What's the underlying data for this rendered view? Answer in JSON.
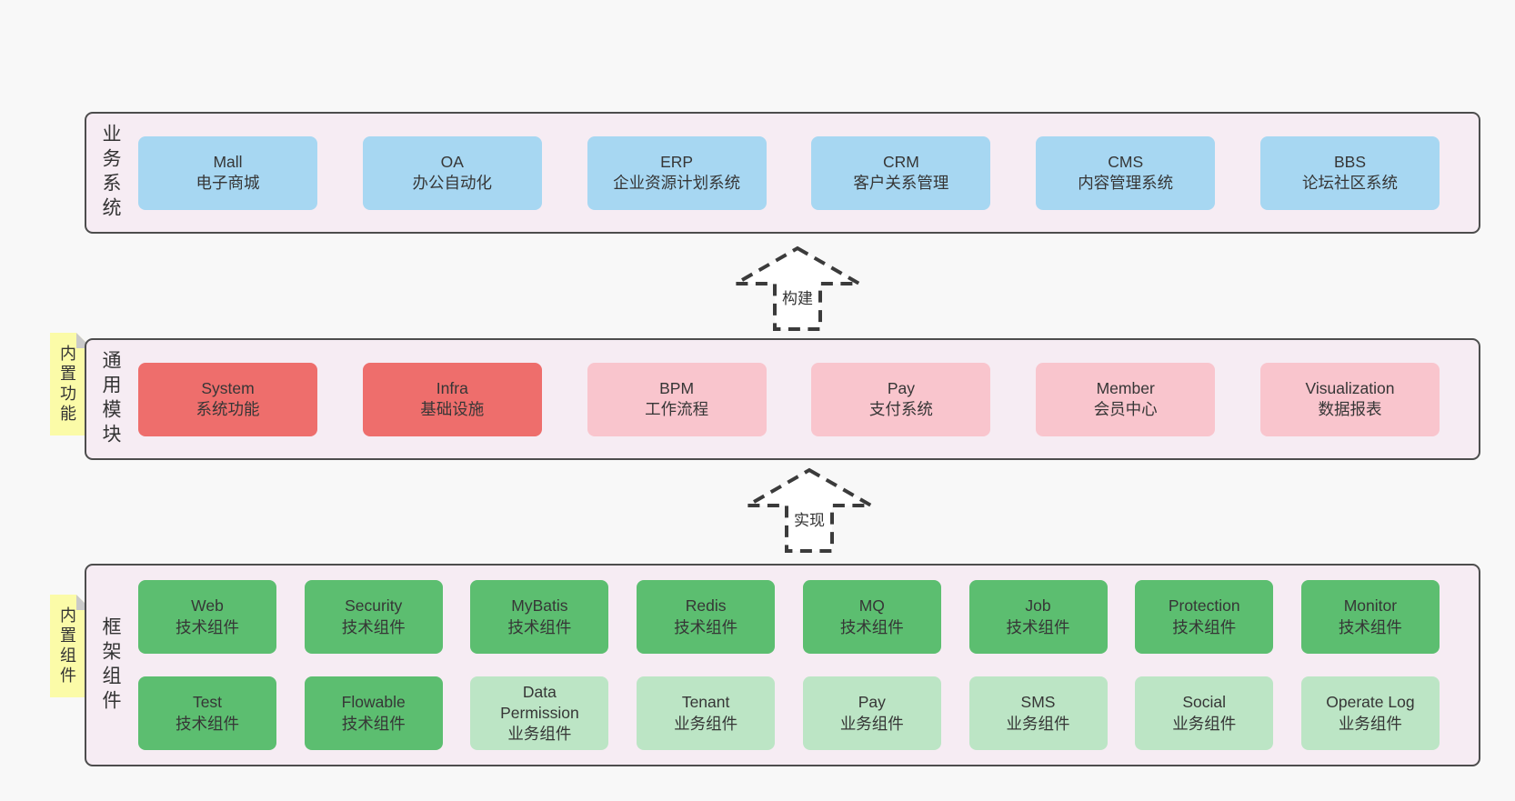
{
  "palette": {
    "page_bg": "#f8f8f8",
    "band_bg": "#f6ecf3",
    "band_border": "#4d4d4d",
    "box_blue": "#a7d7f2",
    "box_red": "#ee6e6c",
    "box_pink": "#f9c5cd",
    "box_green": "#5cbe70",
    "box_light_green": "#bce5c5",
    "sticky_yellow": "#fbfba8",
    "sticky_fold_gray": "#c9c9c9",
    "text": "#333333"
  },
  "bands": [
    {
      "label": "业务系统",
      "rows": [
        [
          {
            "title": "Mall",
            "subtitle": "电子商城"
          },
          {
            "title": "OA",
            "subtitle": "办公自动化"
          },
          {
            "title": "ERP",
            "subtitle": "企业资源计划系统"
          },
          {
            "title": "CRM",
            "subtitle": "客户关系管理"
          },
          {
            "title": "CMS",
            "subtitle": "内容管理系统"
          },
          {
            "title": "BBS",
            "subtitle": "论坛社区系统"
          }
        ]
      ]
    },
    {
      "label": "通用模块",
      "sticky": "内置功能",
      "rows": [
        [
          {
            "title": "System",
            "subtitle": "系统功能"
          },
          {
            "title": "Infra",
            "subtitle": "基础设施"
          },
          {
            "title": "BPM",
            "subtitle": "工作流程"
          },
          {
            "title": "Pay",
            "subtitle": "支付系统"
          },
          {
            "title": "Member",
            "subtitle": "会员中心"
          },
          {
            "title": "Visualization",
            "subtitle": "数据报表"
          }
        ]
      ]
    },
    {
      "label": "框架组件",
      "sticky": "内置组件",
      "rows": [
        [
          {
            "title": "Web",
            "subtitle": "技术组件"
          },
          {
            "title": "Security",
            "subtitle": "技术组件"
          },
          {
            "title": "MyBatis",
            "subtitle": "技术组件"
          },
          {
            "title": "Redis",
            "subtitle": "技术组件"
          },
          {
            "title": "MQ",
            "subtitle": "技术组件"
          },
          {
            "title": "Job",
            "subtitle": "技术组件"
          },
          {
            "title": "Protection",
            "subtitle": "技术组件"
          },
          {
            "title": "Monitor",
            "subtitle": "技术组件"
          }
        ],
        [
          {
            "title": "Test",
            "subtitle": "技术组件"
          },
          {
            "title": "Flowable",
            "subtitle": "技术组件"
          },
          {
            "title": "Data Permission",
            "subtitle": "业务组件"
          },
          {
            "title": "Tenant",
            "subtitle": "业务组件"
          },
          {
            "title": "Pay",
            "subtitle": "业务组件"
          },
          {
            "title": "SMS",
            "subtitle": "业务组件"
          },
          {
            "title": "Social",
            "subtitle": "业务组件"
          },
          {
            "title": "Operate Log",
            "subtitle": "业务组件"
          }
        ]
      ]
    }
  ],
  "arrows": [
    {
      "label": "构建"
    },
    {
      "label": "实现"
    }
  ]
}
